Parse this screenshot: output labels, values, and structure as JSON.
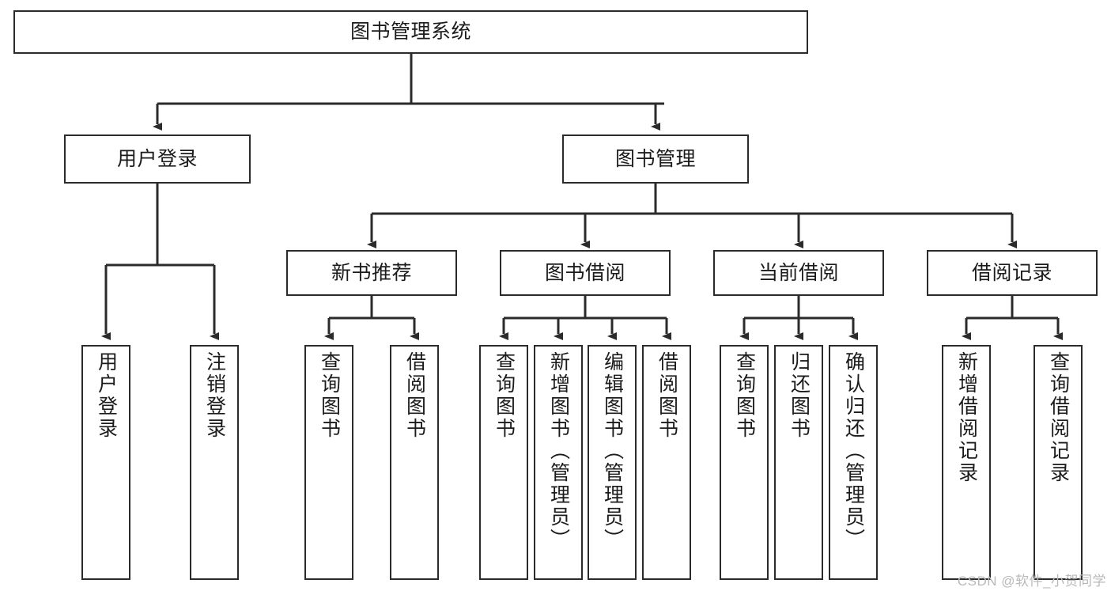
{
  "diagram": {
    "type": "hierarchy-tree",
    "title": "图书管理系统",
    "watermark": "CSDN @软件_小贺同学",
    "colors": {
      "box_border": "#2b2b2b",
      "box_fill": "#ffffff",
      "connector": "#2b2b2b",
      "background": "#ffffff",
      "watermark": "#b9b9b9"
    },
    "levels": {
      "root": {
        "label": "图书管理系统"
      },
      "level2": [
        {
          "id": "user-login",
          "label": "用户登录"
        },
        {
          "id": "book-management",
          "label": "图书管理"
        }
      ],
      "level3": [
        {
          "id": "new-book-recommend",
          "label": "新书推荐",
          "parent": "book-management"
        },
        {
          "id": "book-borrow",
          "label": "图书借阅",
          "parent": "book-management"
        },
        {
          "id": "current-borrow",
          "label": "当前借阅",
          "parent": "book-management"
        },
        {
          "id": "borrow-record",
          "label": "借阅记录",
          "parent": "book-management"
        }
      ],
      "leaves": [
        {
          "id": "leaf-user-login",
          "label": "用户登录",
          "parent": "user-login"
        },
        {
          "id": "leaf-user-logout",
          "label": "注销登录",
          "parent": "user-login"
        },
        {
          "id": "leaf-query-book-1",
          "label": "查询图书",
          "parent": "new-book-recommend"
        },
        {
          "id": "leaf-borrow-book-1",
          "label": "借阅图书",
          "parent": "new-book-recommend"
        },
        {
          "id": "leaf-query-book-2",
          "label": "查询图书",
          "parent": "book-borrow"
        },
        {
          "id": "leaf-add-book",
          "label": "新增图书（管理员）",
          "parent": "book-borrow"
        },
        {
          "id": "leaf-edit-book",
          "label": "编辑图书（管理员）",
          "parent": "book-borrow"
        },
        {
          "id": "leaf-borrow-book-2",
          "label": "借阅图书",
          "parent": "book-borrow"
        },
        {
          "id": "leaf-query-book-3",
          "label": "查询图书",
          "parent": "current-borrow"
        },
        {
          "id": "leaf-return-book",
          "label": "归还图书",
          "parent": "current-borrow"
        },
        {
          "id": "leaf-confirm-return",
          "label": "确认归还（管理员）",
          "parent": "current-borrow"
        },
        {
          "id": "leaf-add-record",
          "label": "新增借阅记录",
          "parent": "borrow-record"
        },
        {
          "id": "leaf-query-record",
          "label": "查询借阅记录",
          "parent": "borrow-record"
        }
      ]
    }
  }
}
